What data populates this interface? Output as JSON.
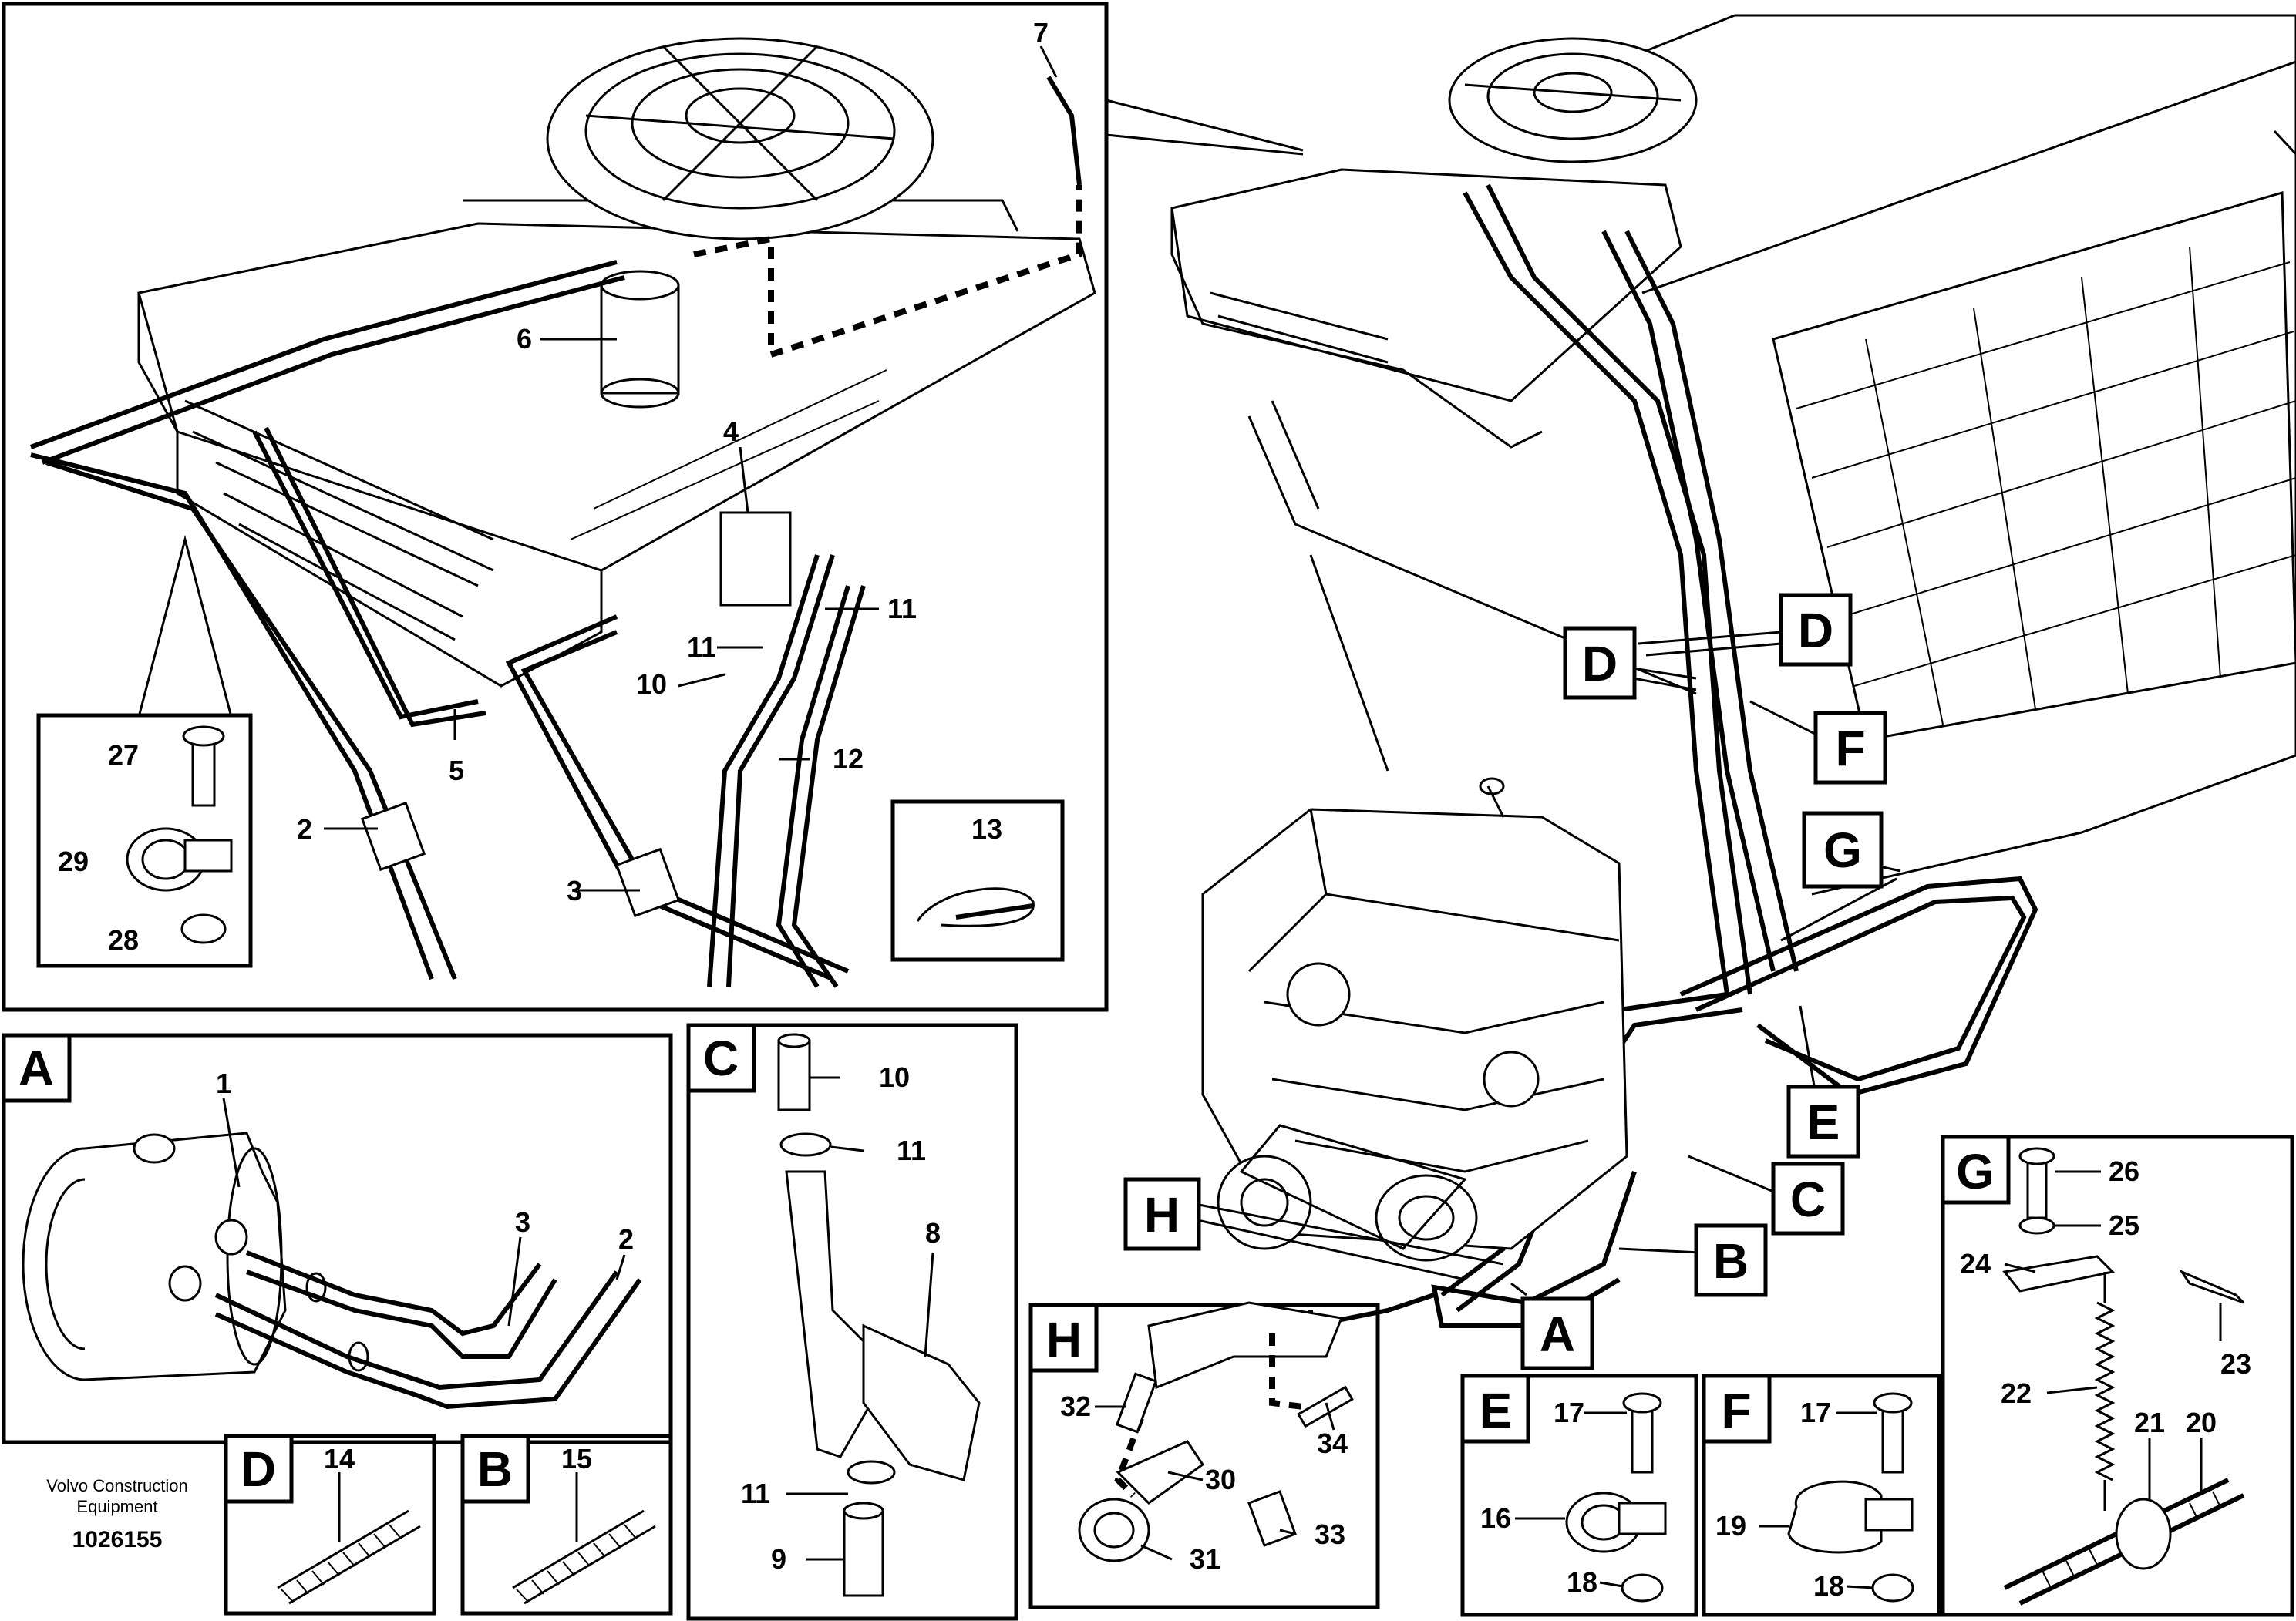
{
  "caption": {
    "company": "Volvo Construction",
    "company_line2": "Equipment",
    "doc_number": "1026155"
  },
  "main_numbers": [
    "7",
    "6",
    "4",
    "11",
    "11",
    "10",
    "12",
    "5",
    "2",
    "3",
    "27",
    "29",
    "28",
    "13"
  ],
  "assembly_letters": [
    "D",
    "D",
    "F",
    "G",
    "E",
    "C",
    "B",
    "H",
    "A"
  ],
  "panel_A": {
    "letter": "A",
    "numbers": [
      "1",
      "3",
      "2"
    ]
  },
  "panel_C": {
    "letter": "C",
    "numbers": [
      "10",
      "11",
      "8",
      "11",
      "9"
    ]
  },
  "panel_H": {
    "letter": "H",
    "numbers": [
      "32",
      "34",
      "30",
      "33",
      "31"
    ]
  },
  "panel_D": {
    "letter": "D",
    "numbers": [
      "14"
    ]
  },
  "panel_B": {
    "letter": "B",
    "numbers": [
      "15"
    ]
  },
  "panel_E": {
    "letter": "E",
    "numbers": [
      "17",
      "16",
      "18"
    ]
  },
  "panel_F": {
    "letter": "F",
    "numbers": [
      "17",
      "19",
      "18"
    ]
  },
  "panel_G": {
    "letter": "G",
    "numbers": [
      "26",
      "25",
      "24",
      "23",
      "22",
      "21",
      "20"
    ]
  }
}
